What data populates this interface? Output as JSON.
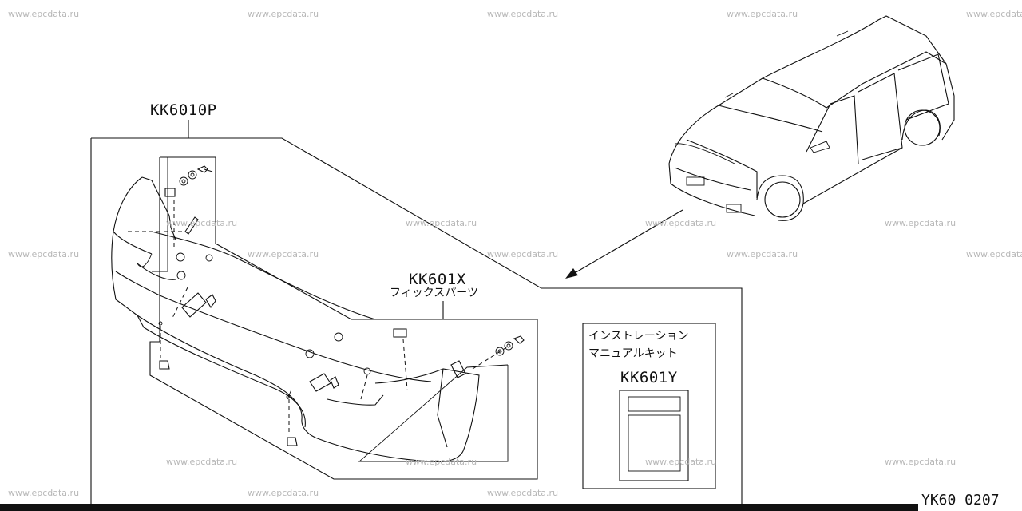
{
  "watermarks": [
    "www.epcdata.ru",
    "www.epcdata.ru",
    "www.epcdata.ru",
    "www.epcdata.ru",
    "www.epcdata.ru",
    "www.epcdata.ru",
    "www.epcdata.ru",
    "www.epcdata.ru",
    "www.epcdata.ru",
    "www.epcdata.ru",
    "www.epcdata.ru",
    "www.epcdata.ru",
    "www.epcdata.ru",
    "www.epcdata.ru",
    "www.epcdata.ru",
    "www.epcdata.ru",
    "www.epcdata.ru",
    "www.epcdata.ru",
    "www.epcdata.ru",
    "www.epcdata.ru",
    "www.epcdata.ru"
  ],
  "parts": {
    "main_kit": "KK6010P",
    "fix_parts_code": "KK601X",
    "fix_parts_name": "フィックスパーツ",
    "manual_line1": "インストレーション",
    "manual_line2": "マニュアルキット",
    "manual_code": "KK601Y"
  },
  "diagram_code": "YK60 0207"
}
